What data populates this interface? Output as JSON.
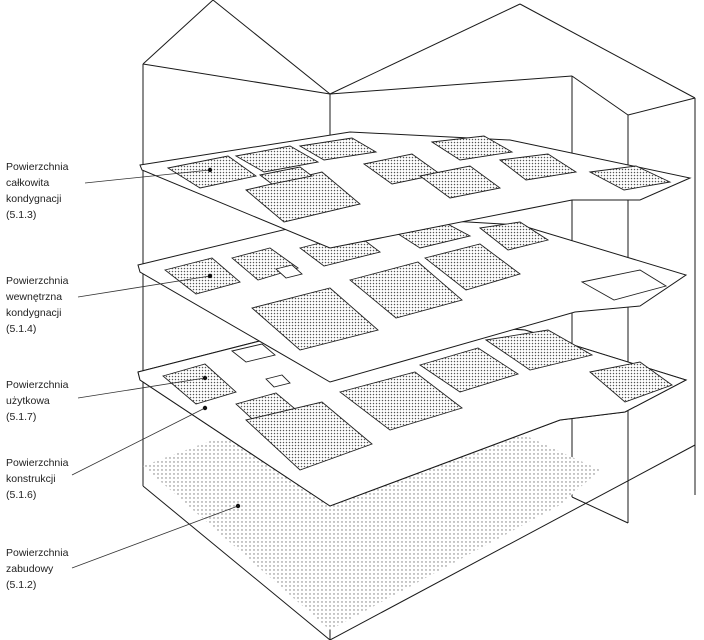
{
  "labels": [
    {
      "lines": [
        "Powierzchnia",
        "całkowita",
        "kondygnacji",
        "(5.1.3)"
      ]
    },
    {
      "lines": [
        "Powierzchnia",
        "wewnętrzna",
        "kondygnacji",
        "(5.1.4)"
      ]
    },
    {
      "lines": [
        "Powierzchnia",
        "użytkowa",
        "(5.1.7)"
      ]
    },
    {
      "lines": [
        "Powierzchnia",
        "konstrukcji",
        "(5.1.6)"
      ]
    },
    {
      "lines": [
        "Powierzchnia",
        "zabudowy",
        "(5.1.2)"
      ]
    }
  ]
}
